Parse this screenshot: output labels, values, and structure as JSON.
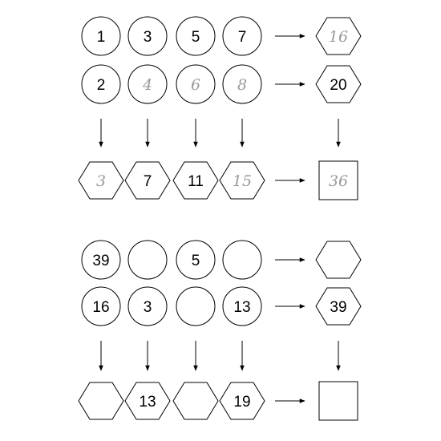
{
  "puzzles": [
    {
      "row1": [
        {
          "value": "1",
          "style": "printed"
        },
        {
          "value": "3",
          "style": "printed"
        },
        {
          "value": "5",
          "style": "printed"
        },
        {
          "value": "7",
          "style": "printed"
        }
      ],
      "row1_sum": {
        "value": "16",
        "style": "handwritten"
      },
      "row2": [
        {
          "value": "2",
          "style": "printed"
        },
        {
          "value": "4",
          "style": "handwritten"
        },
        {
          "value": "6",
          "style": "handwritten"
        },
        {
          "value": "8",
          "style": "handwritten"
        }
      ],
      "row2_sum": {
        "value": "20",
        "style": "printed"
      },
      "column_sums": [
        {
          "value": "3",
          "style": "handwritten"
        },
        {
          "value": "7",
          "style": "printed"
        },
        {
          "value": "11",
          "style": "printed"
        },
        {
          "value": "15",
          "style": "handwritten"
        }
      ],
      "total": {
        "value": "36",
        "style": "handwritten"
      }
    },
    {
      "row1": [
        {
          "value": "39",
          "style": "printed"
        },
        {
          "value": "",
          "style": "printed"
        },
        {
          "value": "5",
          "style": "printed"
        },
        {
          "value": "",
          "style": "printed"
        }
      ],
      "row1_sum": {
        "value": "",
        "style": "printed"
      },
      "row2": [
        {
          "value": "16",
          "style": "printed"
        },
        {
          "value": "3",
          "style": "printed"
        },
        {
          "value": "",
          "style": "printed"
        },
        {
          "value": "13",
          "style": "printed"
        }
      ],
      "row2_sum": {
        "value": "39",
        "style": "printed"
      },
      "column_sums": [
        {
          "value": "",
          "style": "printed"
        },
        {
          "value": "13",
          "style": "printed"
        },
        {
          "value": "",
          "style": "printed"
        },
        {
          "value": "19",
          "style": "printed"
        }
      ],
      "total": {
        "value": "",
        "style": "printed"
      }
    }
  ],
  "icons": {
    "arrow_right": "arrow-right-icon",
    "arrow_down": "arrow-down-icon"
  },
  "colors": {
    "stroke": "#000000",
    "handwritten": "#9a9a9a"
  }
}
